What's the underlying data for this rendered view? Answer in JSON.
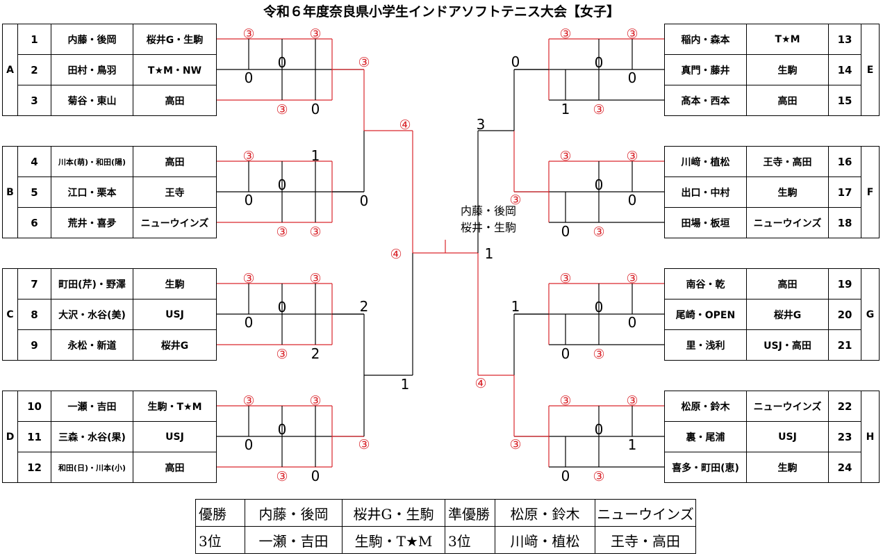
{
  "title": "令和６年度奈良県小学生インドアソフトテニス大会【女子】",
  "colors": {
    "win": "#d9262c",
    "line": "#000000"
  },
  "left_groups": [
    {
      "label": "A",
      "rows": [
        {
          "no": "1",
          "name": "内藤・後岡",
          "club": "桜井G・生駒"
        },
        {
          "no": "2",
          "name": "田村・鳥羽",
          "club": "T★M・NW"
        },
        {
          "no": "3",
          "name": "菊谷・東山",
          "club": "高田"
        }
      ]
    },
    {
      "label": "B",
      "rows": [
        {
          "no": "4",
          "name": "川本(萌)・和田(陽)",
          "club": "高田"
        },
        {
          "no": "5",
          "name": "江口・栗本",
          "club": "王寺"
        },
        {
          "no": "6",
          "name": "荒井・喜夛",
          "club": "ニューウインズ"
        }
      ]
    },
    {
      "label": "C",
      "rows": [
        {
          "no": "7",
          "name": "町田(芹)・野澤",
          "club": "生駒"
        },
        {
          "no": "8",
          "name": "大沢・水谷(美)",
          "club": "USJ"
        },
        {
          "no": "9",
          "name": "永松・新道",
          "club": "桜井G"
        }
      ]
    },
    {
      "label": "D",
      "rows": [
        {
          "no": "10",
          "name": "一瀬・吉田",
          "club": "生駒・T★M"
        },
        {
          "no": "11",
          "name": "三森・水谷(果)",
          "club": "USJ"
        },
        {
          "no": "12",
          "name": "和田(日)・川本(小)",
          "club": "高田"
        }
      ]
    }
  ],
  "right_groups": [
    {
      "label": "E",
      "rows": [
        {
          "no": "13",
          "name": "稲内・森本",
          "club": "T★M"
        },
        {
          "no": "14",
          "name": "真門・藤井",
          "club": "生駒"
        },
        {
          "no": "15",
          "name": "髙本・西本",
          "club": "高田"
        }
      ]
    },
    {
      "label": "F",
      "rows": [
        {
          "no": "16",
          "name": "川﨑・植松",
          "club": "王寺・高田"
        },
        {
          "no": "17",
          "name": "出口・中村",
          "club": "生駒"
        },
        {
          "no": "18",
          "name": "田場・板垣",
          "club": "ニューウインズ"
        }
      ]
    },
    {
      "label": "G",
      "rows": [
        {
          "no": "19",
          "name": "南谷・乾",
          "club": "高田"
        },
        {
          "no": "20",
          "name": "尾崎・OPEN",
          "club": "桜井G"
        },
        {
          "no": "21",
          "name": "里・浅利",
          "club": "USJ・高田"
        }
      ]
    },
    {
      "label": "H",
      "rows": [
        {
          "no": "22",
          "name": "松原・鈴木",
          "club": "ニューウインズ"
        },
        {
          "no": "23",
          "name": "裏・尾浦",
          "club": "USJ"
        },
        {
          "no": "24",
          "name": "喜多・町田(恵)",
          "club": "生駒"
        }
      ]
    }
  ],
  "group_scores": [
    {
      "g": "A",
      "s": [
        "③",
        "③",
        "0",
        "0",
        "③",
        "0"
      ]
    },
    {
      "g": "B",
      "s": [
        "③",
        "1",
        "0",
        "0",
        "③",
        "③"
      ]
    },
    {
      "g": "C",
      "s": [
        "③",
        "③",
        "0",
        "0",
        "③",
        "2"
      ]
    },
    {
      "g": "D",
      "s": [
        "③",
        "③",
        "0",
        "0",
        "③",
        "0"
      ]
    },
    {
      "g": "E",
      "s": [
        "③",
        "③",
        "0",
        "0",
        "1",
        "③"
      ]
    },
    {
      "g": "F",
      "s": [
        "③",
        "③",
        "0",
        "0",
        "0",
        "③"
      ]
    },
    {
      "g": "G",
      "s": [
        "③",
        "③",
        "0",
        "0",
        "0",
        "③"
      ]
    },
    {
      "g": "H",
      "s": [
        "③",
        "③",
        "0",
        "1",
        "0",
        "③"
      ]
    }
  ],
  "knockout_scores": {
    "A": "③",
    "B": "0",
    "C": "2",
    "D": "③",
    "AB": "④",
    "CD": "1",
    "left_final": "④",
    "E": "0",
    "F": "③",
    "G": "1",
    "H": "③",
    "EF": "3",
    "GH": "④",
    "right_final": "1"
  },
  "champion": {
    "line1": "内藤・後岡",
    "line2": "桜井・生駒"
  },
  "results": {
    "first_label": "優勝",
    "first_names": "内藤・後岡",
    "first_club": "桜井G・生駒",
    "second_label": "準優勝",
    "second_names": "松原・鈴木",
    "second_club": "ニューウインズ",
    "third_label": "3位",
    "third_a_names": "一瀬・吉田",
    "third_a_club": "生駒・T★M",
    "third_b_label": "3位",
    "third_b_names": "川﨑・植松",
    "third_b_club": "王寺・高田"
  }
}
